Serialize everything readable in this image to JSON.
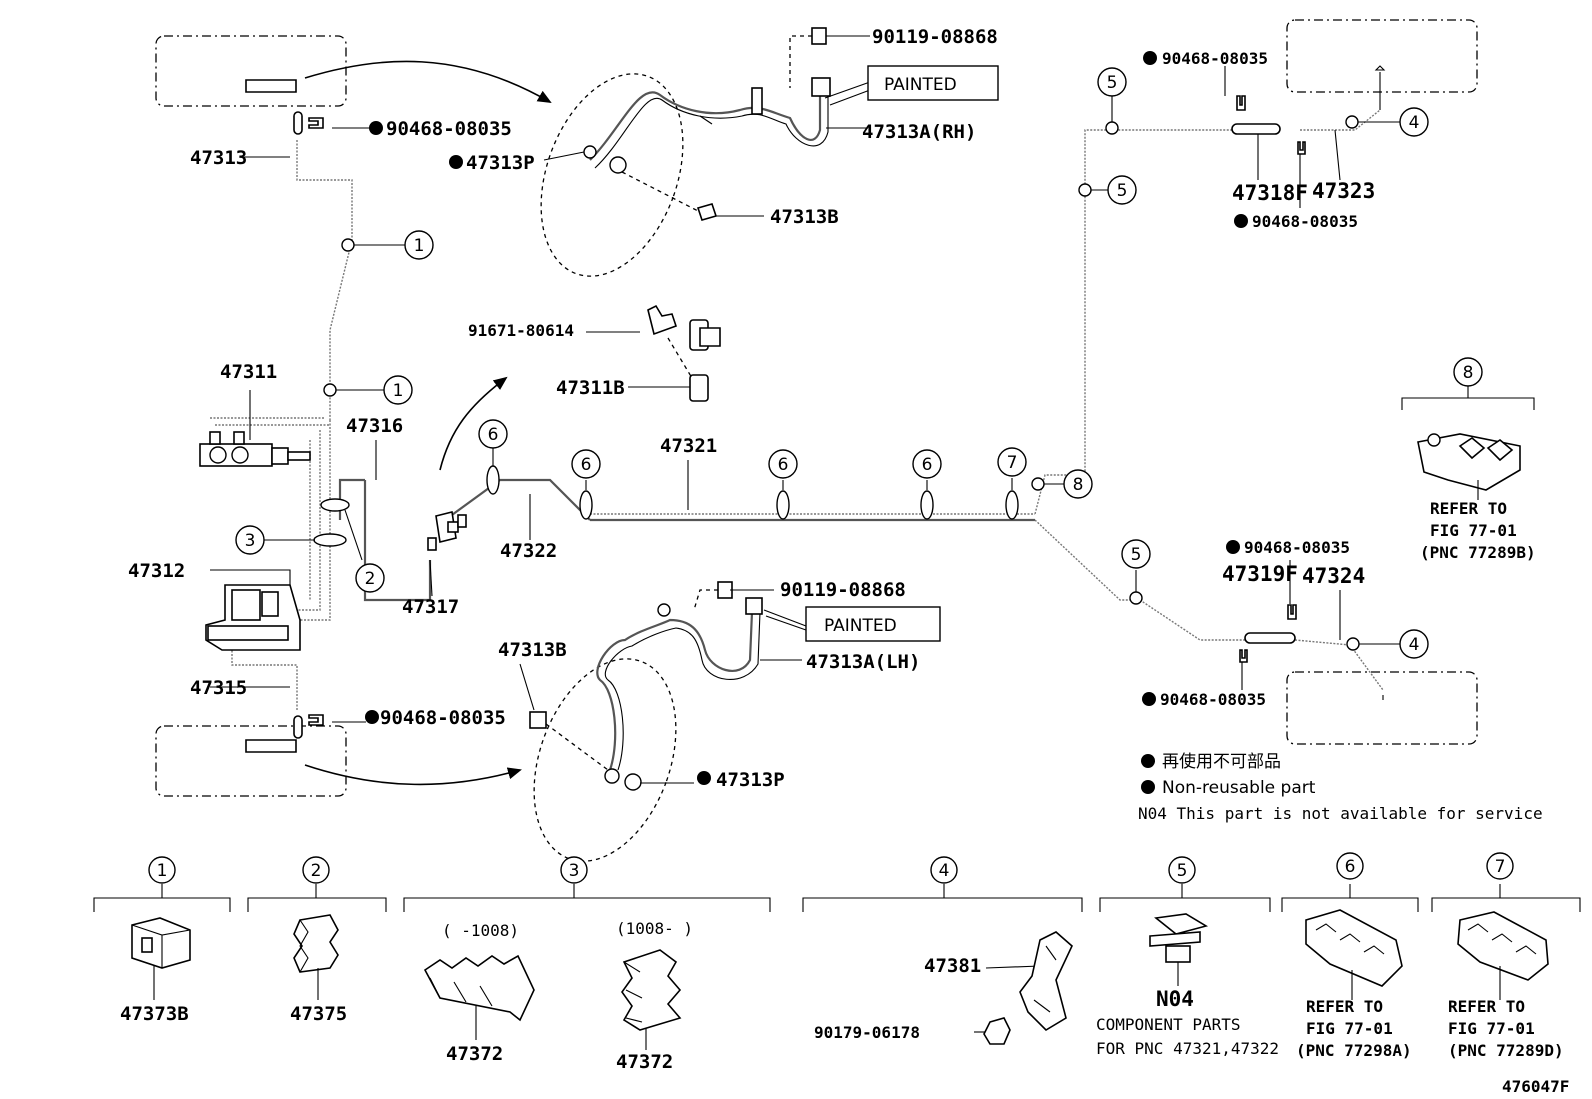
{
  "labels": {
    "p47313": "47313",
    "p90468_a": "90468-08035",
    "p90119_a": "90119-08868",
    "painted_a": "PAINTED",
    "p47313A_rh": "47313A(RH)",
    "p47313P_a": "47313P",
    "p47313B_a": "47313B",
    "p91671": "91671-80614",
    "p47311B": "47311B",
    "p47311": "47311",
    "p47316": "47316",
    "p47312": "47312",
    "p47317": "47317",
    "p47322": "47322",
    "p47321": "47321",
    "p47315": "47315",
    "p90468_b": "90468-08035",
    "p90119_b": "90119-08868",
    "painted_b": "PAINTED",
    "p47313A_lh": "47313A(LH)",
    "p47313B_b": "47313B",
    "p47313P_b": "47313P",
    "p90468_c": "90468-08035",
    "p47318F": "47318F",
    "p47323": "47323",
    "p90468_d": "90468-08035",
    "p90468_e": "90468-08035",
    "p47319F": "47319F",
    "p47324": "47324",
    "p90468_f": "90468-08035",
    "refer8_1": "REFER TO",
    "refer8_2": "FIG 77-01",
    "refer8_3": "(PNC 77289B)",
    "fig_code": "476047F"
  },
  "legend": {
    "jp_text": "再使用不可部品",
    "en_text": "Non-reusable part",
    "n04_note": "N04 This part is not available for service"
  },
  "callouts": [
    "1",
    "2",
    "3",
    "4",
    "5",
    "6",
    "7",
    "8"
  ],
  "panels": {
    "p1_part": "47373B",
    "p2_part": "47375",
    "p3_range_a": "(   -1008)",
    "p3_range_b": "(1008-   )",
    "p3_part_a": "47372",
    "p3_part_b": "47372",
    "p4_part_a": "47381",
    "p4_part_b": "90179-06178",
    "p5_part": "N04",
    "p5_note_1": "COMPONENT PARTS",
    "p5_note_2": "FOR PNC 47321,47322",
    "p6_ref_1": "REFER TO",
    "p6_ref_2": "FIG 77-01",
    "p6_ref_3": "(PNC 77298A)",
    "p7_ref_1": "REFER TO",
    "p7_ref_2": "FIG 77-01",
    "p7_ref_3": "(PNC 77289D)"
  }
}
